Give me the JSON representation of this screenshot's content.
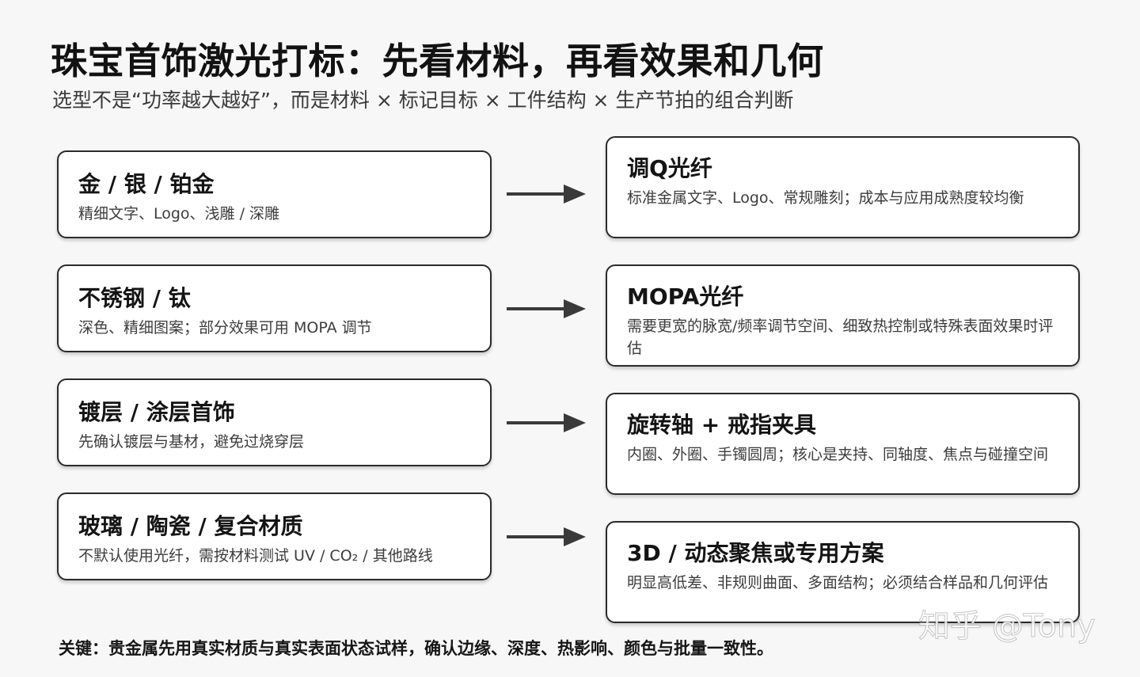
{
  "title": "珠宝首饰激光打标：先看材料，再看效果和几何",
  "subtitle": "选型不是“功率越大越好”，而是材料 × 标记目标 × 工件结构 × 生产节拍的组合判断",
  "materials": [
    {
      "title": "金 / 银 / 铂金",
      "desc": "精细文字、Logo、浅雕 / 深雕"
    },
    {
      "title": "不锈钢 / 钛",
      "desc": "深色、精细图案；部分效果可用 MOPA 调节"
    },
    {
      "title": "镀层 / 涂层首饰",
      "desc": "先确认镀层与基材，避免过烧穿层"
    },
    {
      "title": "玻璃 / 陶瓷 / 复合材质",
      "desc": "不默认使用光纤，需按材料测试 UV / CO₂ / 其他路线"
    }
  ],
  "solutions": [
    {
      "title": "调Q光纤",
      "desc": "标准金属文字、Logo、常规雕刻；成本与应用成熟度较均衡"
    },
    {
      "title": "MOPA光纤",
      "desc": "需要更宽的脉宽/频率调节空间、细致热控制或特殊表面效果时评估"
    },
    {
      "title": "旋转轴 + 戒指夹具",
      "desc": "内圈、外圈、手镯圆周；核心是夹持、同轴度、焦点与碰撞空间"
    },
    {
      "title": "3D / 动态聚焦或专用方案",
      "desc": "明显高低差、非规则曲面、多面结构；必须结合样品和几何评估"
    }
  ],
  "footer": "关键：贵金属先用真实材质与真实表面状态试样，确认边缘、深度、热影响、颜色与批量一致性。",
  "watermark": "知乎 @Tony",
  "icons": {
    "arrow": "arrow-right-icon"
  },
  "colors": {
    "border": "#2a2a2a",
    "arrow": "#3a3a3a",
    "background": "#f7f7f7"
  }
}
